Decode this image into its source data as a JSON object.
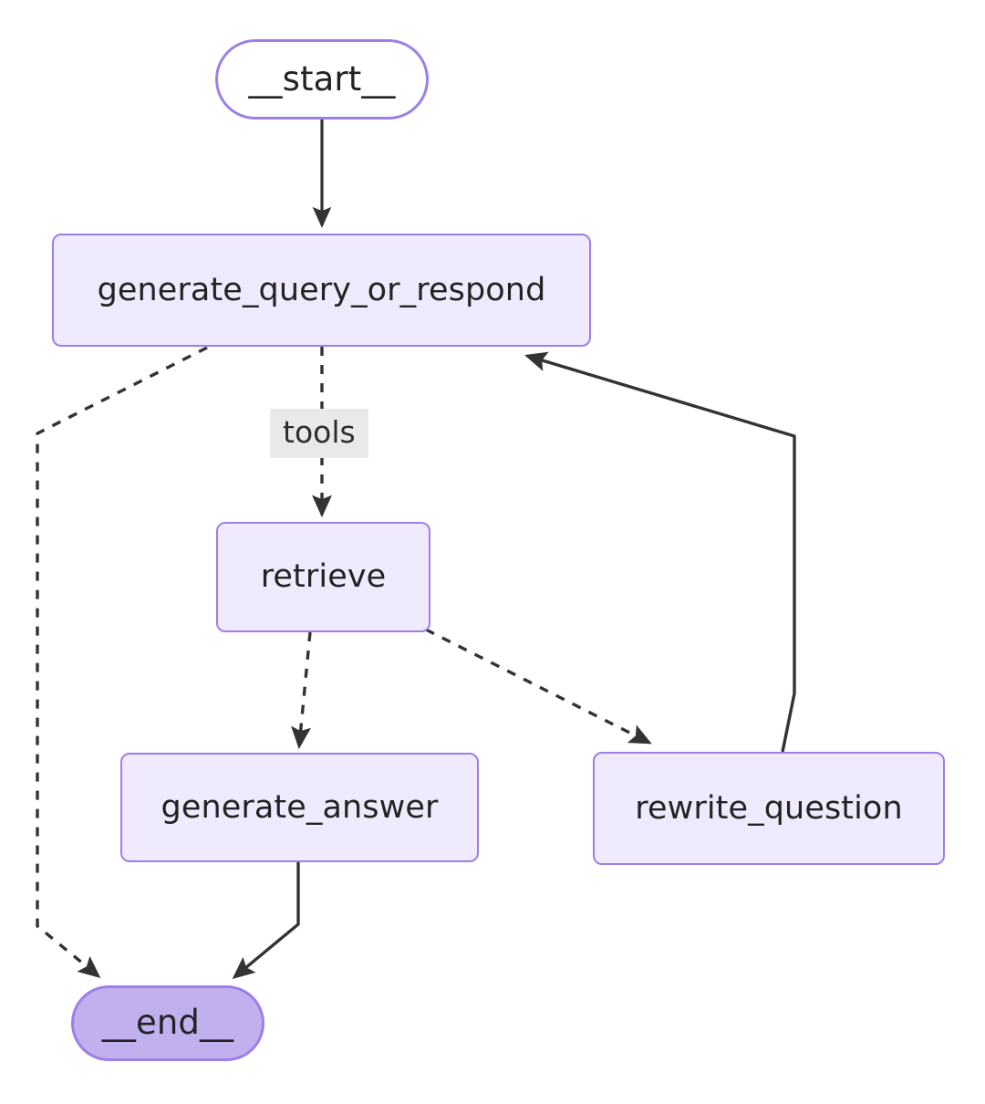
{
  "diagram": {
    "title": "LangGraph agentic RAG state graph",
    "type": "flowchart",
    "direction": "top-down",
    "background": "#ffffff",
    "colors": {
      "node_fill": "#efeafd",
      "node_border": "#9d7fe8",
      "start_fill": "#ffffff",
      "end_fill": "#c2b0ee",
      "edge_stroke": "#333333",
      "edge_label_bg": "#e9e9e9",
      "text": "#232323"
    },
    "nodes": [
      {
        "id": "start",
        "label": "__start__",
        "shape": "stadium",
        "style": "start"
      },
      {
        "id": "gqor",
        "label": "generate_query_or_respond",
        "shape": "rounded-rect",
        "style": "default"
      },
      {
        "id": "retrieve",
        "label": "retrieve",
        "shape": "rounded-rect",
        "style": "default"
      },
      {
        "id": "genans",
        "label": "generate_answer",
        "shape": "rounded-rect",
        "style": "default"
      },
      {
        "id": "rewrite",
        "label": "rewrite_question",
        "shape": "rounded-rect",
        "style": "default"
      },
      {
        "id": "end",
        "label": "__end__",
        "shape": "stadium",
        "style": "end"
      }
    ],
    "edges": [
      {
        "from": "start",
        "to": "gqor",
        "label": "",
        "style": "solid"
      },
      {
        "from": "gqor",
        "to": "retrieve",
        "label": "tools",
        "style": "dashed"
      },
      {
        "from": "gqor",
        "to": "end",
        "label": "",
        "style": "dashed"
      },
      {
        "from": "retrieve",
        "to": "genans",
        "label": "",
        "style": "dashed"
      },
      {
        "from": "retrieve",
        "to": "rewrite",
        "label": "",
        "style": "dashed"
      },
      {
        "from": "rewrite",
        "to": "gqor",
        "label": "",
        "style": "solid"
      },
      {
        "from": "genans",
        "to": "end",
        "label": "",
        "style": "solid"
      }
    ],
    "edge_labels": {
      "tools": "tools"
    }
  }
}
